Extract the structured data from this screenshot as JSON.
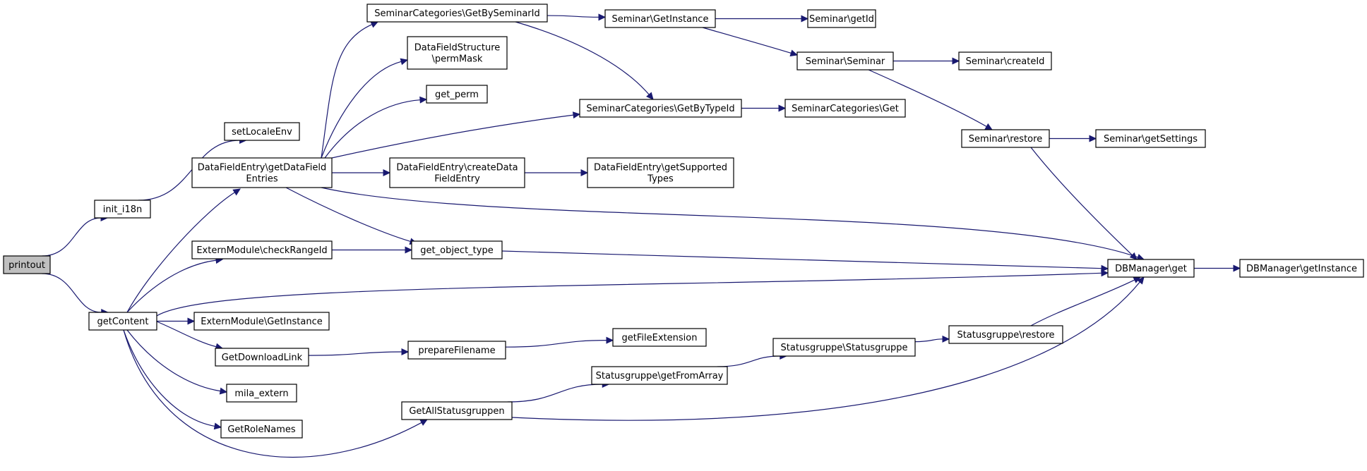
{
  "graph": {
    "edge_color": "#191970",
    "root_fill": "#bfbfbf",
    "nodes": [
      {
        "id": "printout",
        "lines": [
          "printout"
        ],
        "root": true
      },
      {
        "id": "init_i18n",
        "lines": [
          "init_i18n"
        ]
      },
      {
        "id": "getContent",
        "lines": [
          "getContent"
        ]
      },
      {
        "id": "setLocaleEnv",
        "lines": [
          "setLocaleEnv"
        ]
      },
      {
        "id": "DataFieldEntry_getDataFieldEntries",
        "lines": [
          "DataFieldEntry\\getDataField",
          "Entries"
        ]
      },
      {
        "id": "ExternModule_checkRangeId",
        "lines": [
          "ExternModule\\checkRangeId"
        ]
      },
      {
        "id": "ExternModule_GetInstance",
        "lines": [
          "ExternModule\\GetInstance"
        ]
      },
      {
        "id": "GetDownloadLink",
        "lines": [
          "GetDownloadLink"
        ]
      },
      {
        "id": "mila_extern",
        "lines": [
          "mila_extern"
        ]
      },
      {
        "id": "GetRoleNames",
        "lines": [
          "GetRoleNames"
        ]
      },
      {
        "id": "SeminarCategories_GetBySeminarId",
        "lines": [
          "SeminarCategories\\GetBySeminarId"
        ]
      },
      {
        "id": "DataFieldStructure_permMask",
        "lines": [
          "DataFieldStructure",
          "\\permMask"
        ]
      },
      {
        "id": "get_perm",
        "lines": [
          "get_perm"
        ]
      },
      {
        "id": "DataFieldEntry_createDataFieldEntry",
        "lines": [
          "DataFieldEntry\\createData",
          "FieldEntry"
        ]
      },
      {
        "id": "get_object_type",
        "lines": [
          "get_object_type"
        ]
      },
      {
        "id": "prepareFilename",
        "lines": [
          "prepareFilename"
        ]
      },
      {
        "id": "GetAllStatusgruppen",
        "lines": [
          "GetAllStatusgruppen"
        ]
      },
      {
        "id": "Seminar_GetInstance",
        "lines": [
          "Seminar\\GetInstance"
        ]
      },
      {
        "id": "SeminarCategories_GetByTypeId",
        "lines": [
          "SeminarCategories\\GetByTypeId"
        ]
      },
      {
        "id": "DataFieldEntry_getSupportedTypes",
        "lines": [
          "DataFieldEntry\\getSupported",
          "Types"
        ]
      },
      {
        "id": "getFileExtension",
        "lines": [
          "getFileExtension"
        ]
      },
      {
        "id": "Statusgruppe_getFromArray",
        "lines": [
          "Statusgruppe\\getFromArray"
        ]
      },
      {
        "id": "Seminar_getId",
        "lines": [
          "Seminar\\getId"
        ]
      },
      {
        "id": "Seminar_Seminar",
        "lines": [
          "Seminar\\Seminar"
        ]
      },
      {
        "id": "SeminarCategories_Get",
        "lines": [
          "SeminarCategories\\Get"
        ]
      },
      {
        "id": "Statusgruppe_Statusgruppe",
        "lines": [
          "Statusgruppe\\Statusgruppe"
        ]
      },
      {
        "id": "Seminar_createId",
        "lines": [
          "Seminar\\createId"
        ]
      },
      {
        "id": "Seminar_restore",
        "lines": [
          "Seminar\\restore"
        ]
      },
      {
        "id": "Statusgruppe_restore",
        "lines": [
          "Statusgruppe\\restore"
        ]
      },
      {
        "id": "Seminar_getSettings",
        "lines": [
          "Seminar\\getSettings"
        ]
      },
      {
        "id": "DBManager_get",
        "lines": [
          "DBManager\\get"
        ]
      },
      {
        "id": "DBManager_getInstance",
        "lines": [
          "DBManager\\getInstance"
        ]
      }
    ],
    "edges": [
      [
        "printout",
        "init_i18n"
      ],
      [
        "printout",
        "getContent"
      ],
      [
        "init_i18n",
        "setLocaleEnv"
      ],
      [
        "getContent",
        "DataFieldEntry_getDataFieldEntries"
      ],
      [
        "getContent",
        "ExternModule_checkRangeId"
      ],
      [
        "getContent",
        "ExternModule_GetInstance"
      ],
      [
        "getContent",
        "GetDownloadLink"
      ],
      [
        "getContent",
        "mila_extern"
      ],
      [
        "getContent",
        "GetRoleNames"
      ],
      [
        "getContent",
        "GetAllStatusgruppen"
      ],
      [
        "getContent",
        "DBManager_get"
      ],
      [
        "DataFieldEntry_getDataFieldEntries",
        "SeminarCategories_GetBySeminarId"
      ],
      [
        "DataFieldEntry_getDataFieldEntries",
        "DataFieldStructure_permMask"
      ],
      [
        "DataFieldEntry_getDataFieldEntries",
        "get_perm"
      ],
      [
        "DataFieldEntry_getDataFieldEntries",
        "SeminarCategories_GetByTypeId"
      ],
      [
        "DataFieldEntry_getDataFieldEntries",
        "DataFieldEntry_createDataFieldEntry"
      ],
      [
        "DataFieldEntry_getDataFieldEntries",
        "get_object_type"
      ],
      [
        "DataFieldEntry_getDataFieldEntries",
        "DBManager_get"
      ],
      [
        "ExternModule_checkRangeId",
        "get_object_type"
      ],
      [
        "GetDownloadLink",
        "prepareFilename"
      ],
      [
        "SeminarCategories_GetBySeminarId",
        "Seminar_GetInstance"
      ],
      [
        "SeminarCategories_GetBySeminarId",
        "SeminarCategories_GetByTypeId"
      ],
      [
        "DataFieldEntry_createDataFieldEntry",
        "DataFieldEntry_getSupportedTypes"
      ],
      [
        "get_object_type",
        "DBManager_get"
      ],
      [
        "prepareFilename",
        "getFileExtension"
      ],
      [
        "GetAllStatusgruppen",
        "Statusgruppe_getFromArray"
      ],
      [
        "GetAllStatusgruppen",
        "DBManager_get"
      ],
      [
        "Seminar_GetInstance",
        "Seminar_getId"
      ],
      [
        "Seminar_GetInstance",
        "Seminar_Seminar"
      ],
      [
        "SeminarCategories_GetByTypeId",
        "SeminarCategories_Get"
      ],
      [
        "Statusgruppe_getFromArray",
        "Statusgruppe_Statusgruppe"
      ],
      [
        "Seminar_Seminar",
        "Seminar_createId"
      ],
      [
        "Seminar_Seminar",
        "Seminar_restore"
      ],
      [
        "Statusgruppe_Statusgruppe",
        "Statusgruppe_restore"
      ],
      [
        "Seminar_restore",
        "Seminar_getSettings"
      ],
      [
        "Seminar_restore",
        "DBManager_get"
      ],
      [
        "Statusgruppe_restore",
        "DBManager_get"
      ],
      [
        "DBManager_get",
        "DBManager_getInstance"
      ]
    ]
  }
}
